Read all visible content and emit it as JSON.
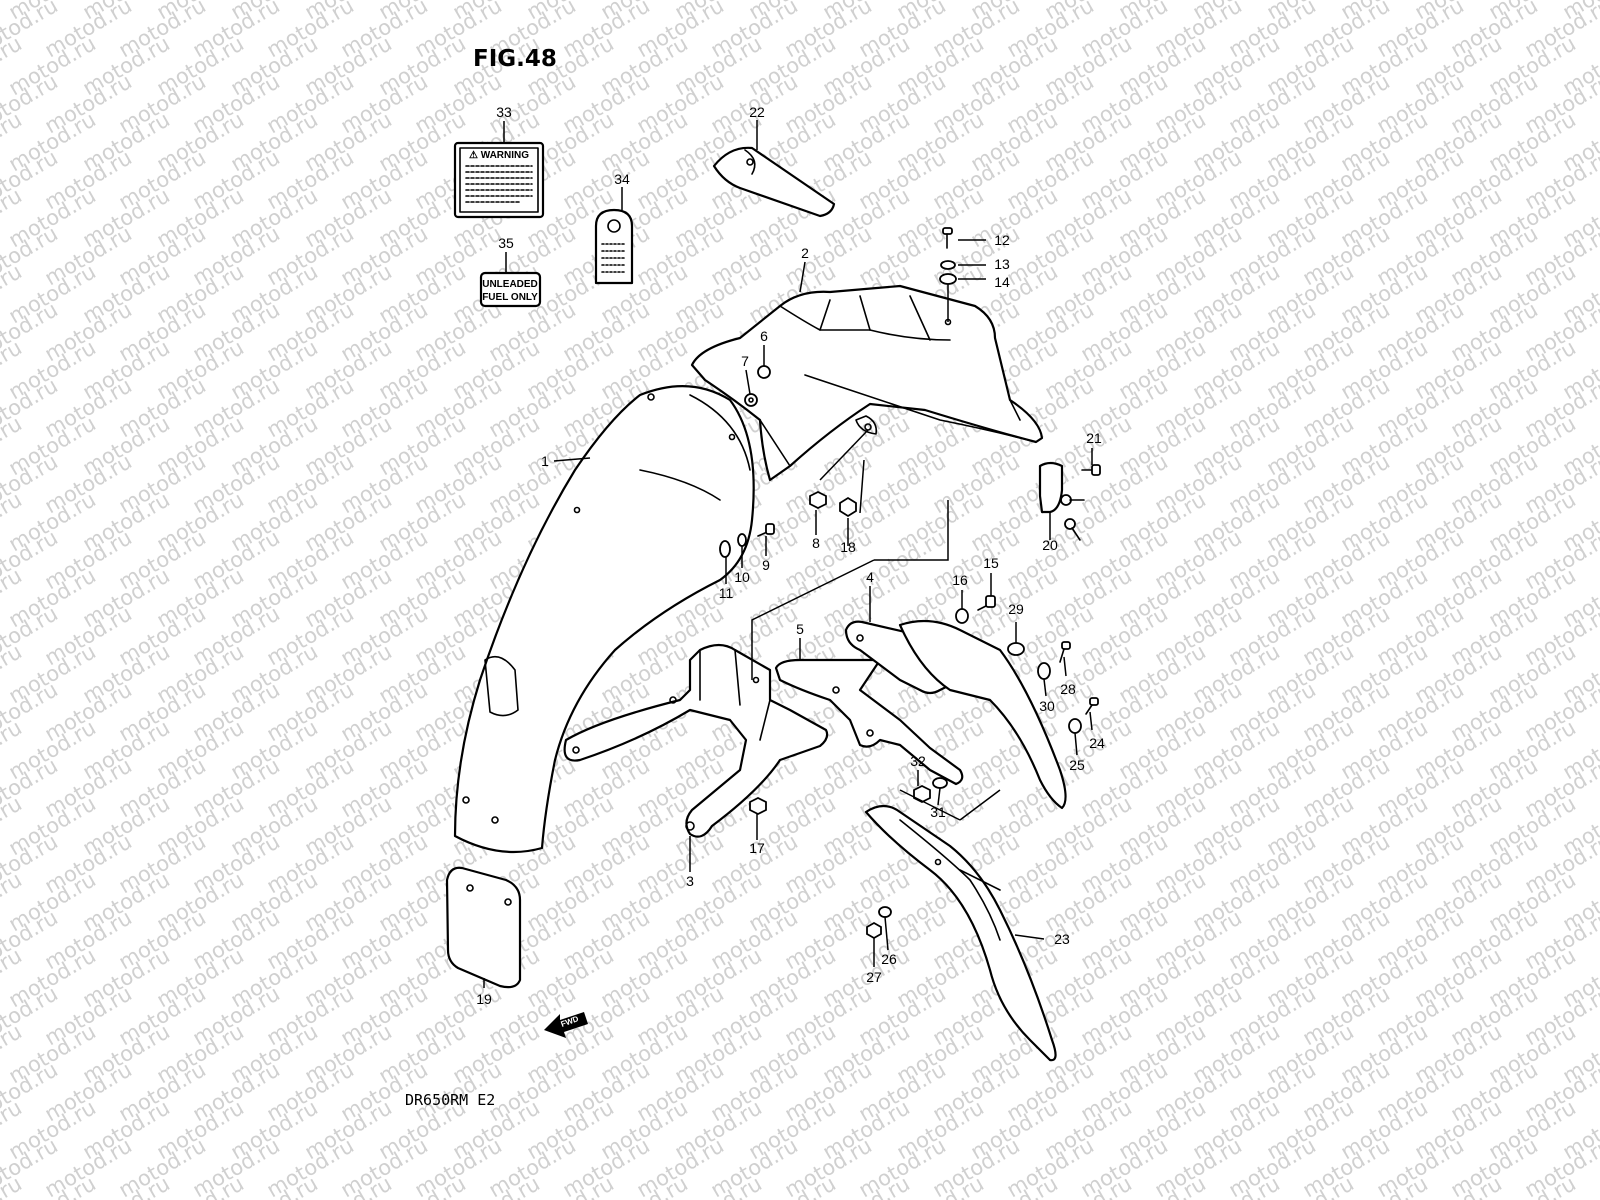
{
  "figure": {
    "title": "FIG.48",
    "model": "DR650RM  E2"
  },
  "watermark": "motod.ru",
  "labels": {
    "warning": "⚠ WARNING",
    "unleaded_line1": "UNLEADED",
    "unleaded_line2": "FUEL ONLY",
    "fwd": "FWD"
  },
  "callouts": [
    {
      "id": "1",
      "text": "1"
    },
    {
      "id": "2",
      "text": "2"
    },
    {
      "id": "3",
      "text": "3"
    },
    {
      "id": "4",
      "text": "4"
    },
    {
      "id": "5",
      "text": "5"
    },
    {
      "id": "6",
      "text": "6"
    },
    {
      "id": "7",
      "text": "7"
    },
    {
      "id": "8",
      "text": "8"
    },
    {
      "id": "9",
      "text": "9"
    },
    {
      "id": "10",
      "text": "10"
    },
    {
      "id": "11",
      "text": "11"
    },
    {
      "id": "12",
      "text": "12"
    },
    {
      "id": "13",
      "text": "13"
    },
    {
      "id": "14",
      "text": "14"
    },
    {
      "id": "15",
      "text": "15"
    },
    {
      "id": "16",
      "text": "16"
    },
    {
      "id": "17",
      "text": "17"
    },
    {
      "id": "18",
      "text": "18"
    },
    {
      "id": "19",
      "text": "19"
    },
    {
      "id": "20",
      "text": "20"
    },
    {
      "id": "21",
      "text": "21"
    },
    {
      "id": "22",
      "text": "22"
    },
    {
      "id": "23",
      "text": "23"
    },
    {
      "id": "24",
      "text": "24"
    },
    {
      "id": "25",
      "text": "25"
    },
    {
      "id": "26",
      "text": "26"
    },
    {
      "id": "27",
      "text": "27"
    },
    {
      "id": "28",
      "text": "28"
    },
    {
      "id": "29",
      "text": "29"
    },
    {
      "id": "30",
      "text": "30"
    },
    {
      "id": "31",
      "text": "31"
    },
    {
      "id": "32",
      "text": "32"
    },
    {
      "id": "33",
      "text": "33"
    },
    {
      "id": "34",
      "text": "34"
    },
    {
      "id": "35",
      "text": "35"
    }
  ]
}
